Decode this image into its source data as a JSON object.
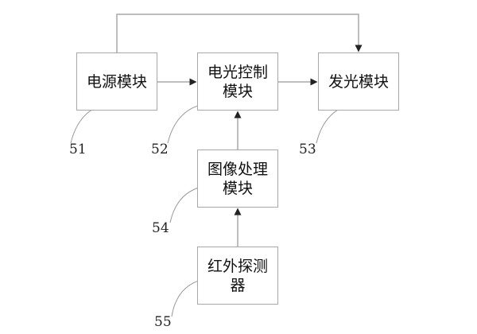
{
  "diagram": {
    "type": "block-diagram",
    "modules": [
      {
        "id": "51",
        "label": "电源模块"
      },
      {
        "id": "52",
        "label": "电光控制模块",
        "lines": [
          "电光控制",
          "模块"
        ]
      },
      {
        "id": "53",
        "label": "发光模块"
      },
      {
        "id": "54",
        "label": "图像处理模块",
        "lines": [
          "图像处理",
          "模块"
        ]
      },
      {
        "id": "55",
        "label": "红外探测器",
        "lines": [
          "红外探测",
          "器"
        ]
      }
    ],
    "connections": [
      {
        "from": "51",
        "to": "52"
      },
      {
        "from": "52",
        "to": "53"
      },
      {
        "from": "51",
        "to": "53",
        "route": "over-top"
      },
      {
        "from": "54",
        "to": "52"
      },
      {
        "from": "55",
        "to": "54"
      }
    ],
    "colors": {
      "line": "#a8a8a8",
      "text": "#111111",
      "background": "#ffffff"
    }
  }
}
